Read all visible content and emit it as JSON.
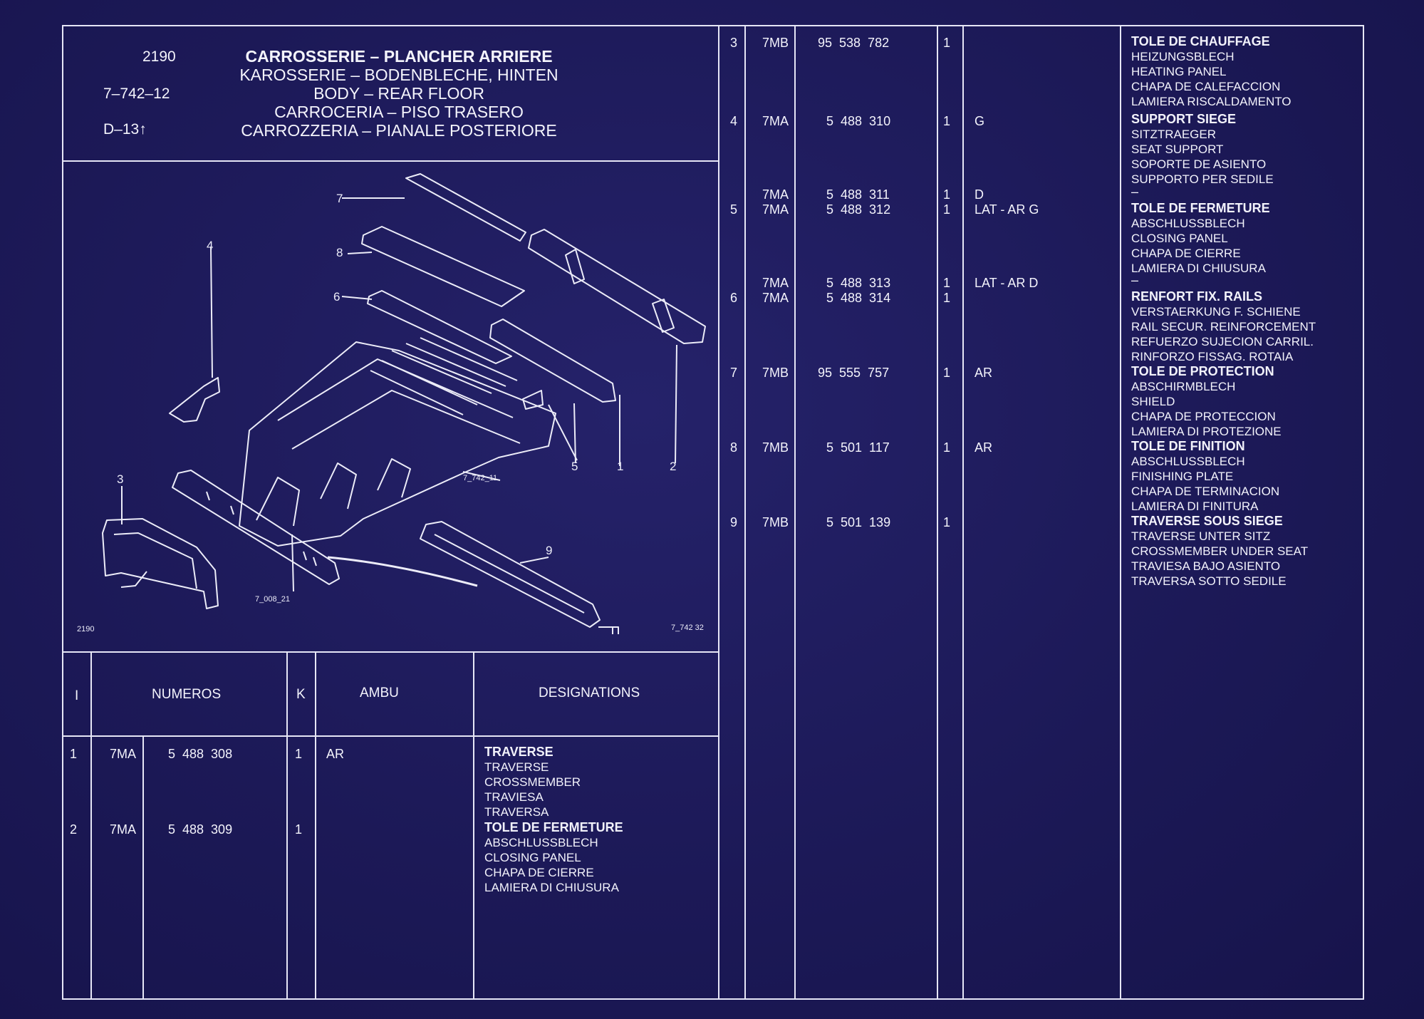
{
  "header": {
    "code_top": "2190",
    "code_mid": "7–742–12",
    "code_bottom": "D–13↑",
    "titles": [
      "CARROSSERIE – PLANCHER ARRIERE",
      "KAROSSERIE – BODENBLECHE, HINTEN",
      "BODY – REAR FLOOR",
      "CARROCERIA – PISO TRASERO",
      "CARROZZERIA – PIANALE POSTERIORE"
    ]
  },
  "drawing": {
    "callouts": [
      "7",
      "8",
      "6",
      "4",
      "3",
      "5",
      "1",
      "2",
      "9"
    ],
    "ref_a": "7_742_11",
    "ref_b": "7_008_21",
    "corner_left": "2190",
    "corner_right": "7_742 32"
  },
  "columns": {
    "index": "I",
    "numeros": "NUMEROS",
    "k": "K",
    "ambu": "AMBU",
    "designations": "DESIGNATIONS"
  },
  "left_rows": [
    {
      "index": "1",
      "prefix": "7MA",
      "number": "5  488  308",
      "qty": "1",
      "ambu": "AR",
      "designation": [
        "TRAVERSE",
        "TRAVERSE",
        "CROSSMEMBER",
        "TRAVIESA",
        "TRAVERSA"
      ]
    },
    {
      "index": "2",
      "prefix": "7MA",
      "number": "5  488  309",
      "qty": "1",
      "ambu": "",
      "designation": [
        "TOLE DE FERMETURE",
        "ABSCHLUSSBLECH",
        "CLOSING PANEL",
        "CHAPA DE CIERRE",
        "LAMIERA DI CHIUSURA"
      ]
    }
  ],
  "right_rows": [
    {
      "index": "3",
      "prefix": "7MB",
      "number": "95  538  782",
      "qty": "1",
      "ambu": "",
      "designation": [
        "TOLE DE CHAUFFAGE",
        "HEIZUNGSBLECH",
        "HEATING PANEL",
        "CHAPA DE CALEFACCION",
        "LAMIERA RISCALDAMENTO"
      ]
    },
    {
      "index": "4",
      "prefix": "7MA",
      "number": "5  488  310",
      "qty": "1",
      "ambu": "G",
      "designation": [
        "SUPPORT SIEGE",
        "SITZTRAEGER",
        "SEAT SUPPORT",
        "SOPORTE DE ASIENTO",
        "SUPPORTO PER SEDILE"
      ]
    },
    {
      "index": "",
      "prefix": "7MA",
      "number": "5  488  311",
      "qty": "1",
      "ambu": "D",
      "dash": "–"
    },
    {
      "index": "5",
      "prefix": "7MA",
      "number": "5  488  312",
      "qty": "1",
      "ambu": "LAT - AR G",
      "designation": [
        "TOLE DE FERMETURE",
        "ABSCHLUSSBLECH",
        "CLOSING PANEL",
        "CHAPA DE CIERRE",
        "LAMIERA DI CHIUSURA"
      ]
    },
    {
      "index": "",
      "prefix": "7MA",
      "number": "5  488  313",
      "qty": "1",
      "ambu": "LAT - AR D",
      "dash": "–"
    },
    {
      "index": "6",
      "prefix": "7MA",
      "number": "5  488  314",
      "qty": "1",
      "ambu": "",
      "designation": [
        "RENFORT FIX. RAILS",
        "VERSTAERKUNG F. SCHIENE",
        "RAIL SECUR. REINFORCEMENT",
        "REFUERZO SUJECION CARRIL.",
        "RINFORZO FISSAG. ROTAIA"
      ]
    },
    {
      "index": "7",
      "prefix": "7MB",
      "number": "95  555  757",
      "qty": "1",
      "ambu": "AR",
      "designation": [
        "TOLE DE PROTECTION",
        "ABSCHIRMBLECH",
        "SHIELD",
        "CHAPA DE PROTECCION",
        "LAMIERA DI PROTEZIONE"
      ]
    },
    {
      "index": "8",
      "prefix": "7MB",
      "number": "5  501  117",
      "qty": "1",
      "ambu": "AR",
      "designation": [
        "TOLE DE FINITION",
        "ABSCHLUSSBLECH",
        "FINISHING PLATE",
        "CHAPA DE TERMINACION",
        "LAMIERA DI FINITURA"
      ]
    },
    {
      "index": "9",
      "prefix": "7MB",
      "number": "5  501  139",
      "qty": "1",
      "ambu": "",
      "designation": [
        "TRAVERSE SOUS SIEGE",
        "TRAVERSE UNTER SITZ",
        "CROSSMEMBER UNDER SEAT",
        "TRAVIESA BAJO ASIENTO",
        "TRAVERSA SOTTO SEDILE"
      ]
    }
  ],
  "colors": {
    "background": "#1c1957",
    "ink": "#f2f2fb",
    "paper_edge": "#d8d8e2"
  }
}
